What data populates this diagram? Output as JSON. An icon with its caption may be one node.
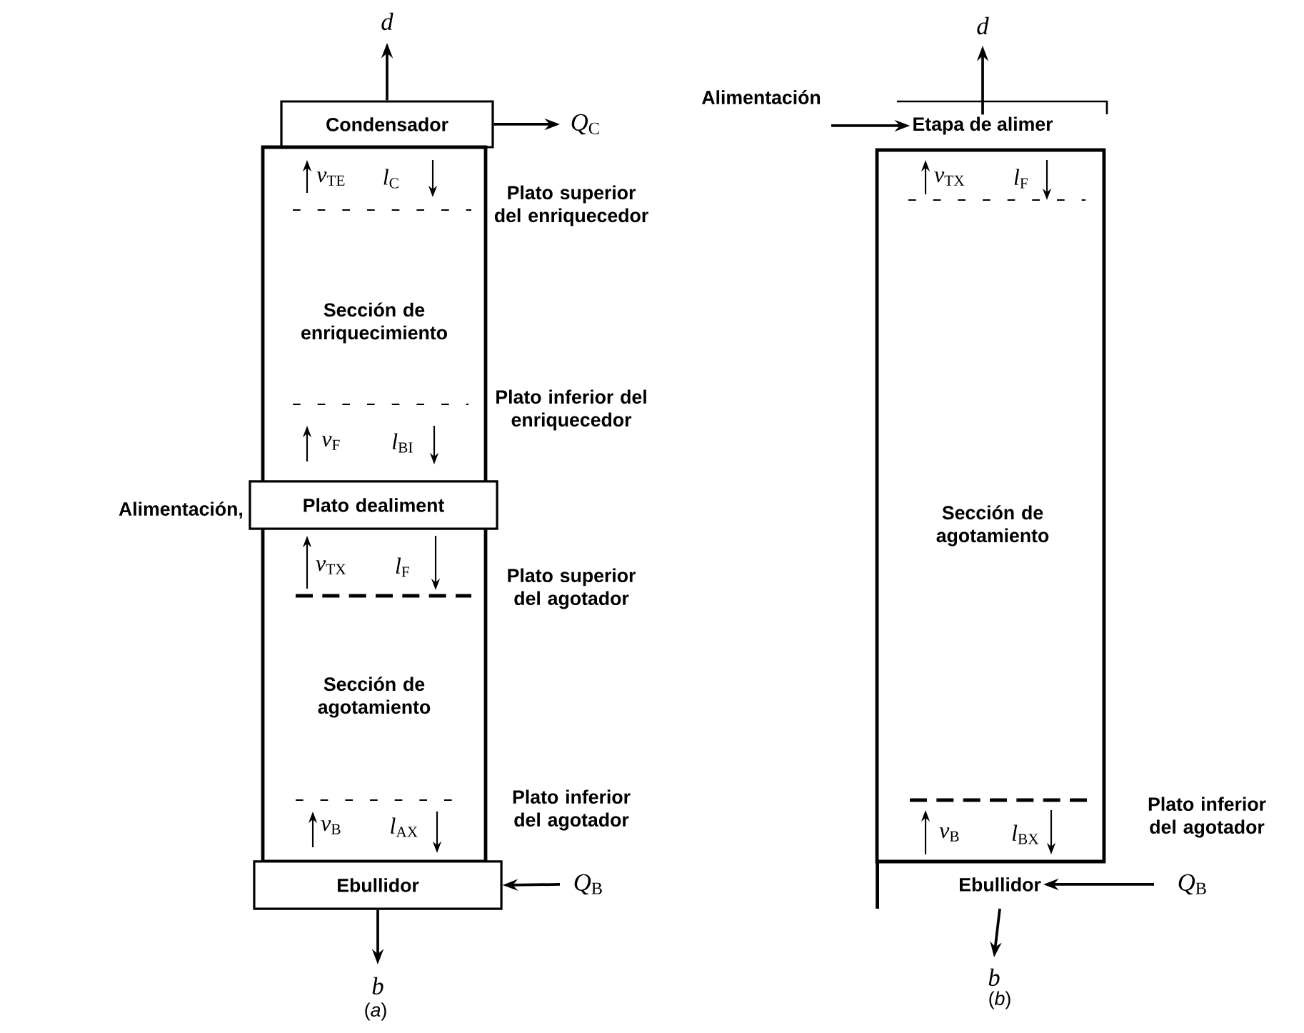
{
  "diagram": {
    "nodes": [
      {
        "text": [
          "Condensador"
        ]
      },
      {
        "text": [
          "Sección de enriquecimiento",
          "Sección de agotamiento"
        ]
      },
      {
        "text": [
          "Plato dealiment"
        ],
        "beside": [
          "Alimentación,"
        ]
      },
      {
        "text": [
          "Ebullidor"
        ]
      },
      {
        "text": [
          "Etapa de alimer"
        ]
      },
      {
        "text": [
          "Sección de agotamiento"
        ]
      },
      {
        "text": [
          "Ebullidor"
        ]
      }
    ],
    "edges": [
      {
        "from": 0,
        "to": null,
        "arrow": "to",
        "label": "*d*"
      },
      {
        "from": 0,
        "to": null,
        "arrow": "to",
        "label": "*Q*$_{C}$"
      },
      {
        "from": null,
        "to": 3,
        "arrow": "to",
        "label": "*Q*$_{B}$"
      },
      {
        "from": 3,
        "to": null,
        "arrow": "to",
        "label": "*b*"
      },
      {
        "from": 4,
        "to": null,
        "arrow": "to",
        "label": "*d*"
      },
      {
        "from": null,
        "to": 4,
        "arrow": "to",
        "label": "Alimentación"
      },
      {
        "from": null,
        "to": 6,
        "arrow": "to",
        "label": "*Q*$_{B}$"
      },
      {
        "from": 6,
        "to": null,
        "arrow": "to",
        "label": "*b*"
      }
    ],
    "labels": [
      "Plato superior del enriquecedor",
      "*v*$_{TE}$",
      "*l*$_{C}$",
      "Plato inferior del enriquecedor",
      "*v*$_{F}$",
      "*l*$_{BI}$",
      "*v*$_{TX}$",
      "*l*$_{F}$",
      "Plato superior del agotador",
      "Plato inferior del agotador",
      "*v*$_{B}$",
      "*l*$_{AX}$",
      "(*a*)",
      "*v*$_{TX}$",
      "*l*$_{F}$",
      "Plato inferior del agotador",
      "*v*$_{B}$",
      "*l*$_{BX}$",
      "(*b*)"
    ]
  }
}
